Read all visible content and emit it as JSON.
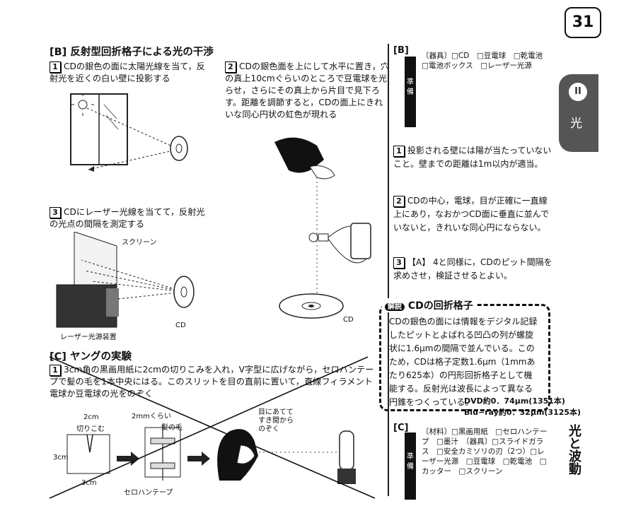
{
  "page": {
    "number": "31"
  },
  "sectionB": {
    "title": "[B] 反射型回折格子による光の干渉",
    "step1_num": "1",
    "step1_text": "CDの銀色の面に太陽光線を当て，反射光を近くの白い壁に投影する",
    "step2_num": "2",
    "step2_text": "CDの銀色面を上にして水平に置き，穴の真上10cmぐらいのところで豆電球を光らせ，さらにその真上から片目で見下ろす。距離を調節すると，CDの面上にきれいな同心円状の虹色が現れる",
    "step3_num": "3",
    "step3_text": "CDにレーザー光線を当てて，反射光の光点の間隔を測定する",
    "label_screen": "スクリーン",
    "label_laser": "レーザー光源装置",
    "label_cd1": "CD",
    "label_cd2": "CD"
  },
  "sectionC": {
    "title": "[C] ヤングの実験",
    "step1_num": "1",
    "step1_text": "3cm角の黒画用紙に2cmの切りこみを入れ，V字型に広げながら，セロハンテープで髪の毛を1本中央にはる。このスリットを目の直前に置いて，直線フィラメント電球か豆電球の光をのぞく",
    "label_2cm": "2cm",
    "label_cut": "切りこむ",
    "label_3cm_a": "3cm",
    "label_3cm_b": "3cm",
    "label_2mm": "2mmくらい",
    "label_hair": "髪の毛",
    "label_tape": "セロハンテープ",
    "label_eye": "目にあてて すき間から のぞく"
  },
  "right": {
    "b_label": "[B]",
    "b_prep_tag": "準備",
    "b_prep_text": "〔器具〕□CD　□豆電球　□乾電池　□電池ボックス　□レーザー光源",
    "n1": "1",
    "note1": "投影される壁には陽が当たっていないこと。壁までの距離は1m以内が適当。",
    "n2": "2",
    "note2": "CDの中心，電球，目が正確に一直線上にあり，なおかつCD面に垂直に並んでいないと，きれいな同心円にならない。",
    "n3": "3",
    "note3": "【A】 4と同様に，CDのピット間隔を求めさせ，検証させるとよい。",
    "explain_badge": "解説",
    "explain_title": "CDの回折格子",
    "explain_text": "CDの銀色の面には情報をデジタル記録したピットとよばれる凹凸の列が螺旋状に1.6μmの間隔で並んでいる。このため，CDは格子定数1.6μm（1mmあたり625本）の円形回折格子として機能する。反射光は波長によって異なる円錐をつくっている。",
    "dvd_note": "DVD約0．74μm(1351本)",
    "bluray_note": "Blu−ray約0．32μm(3125本)",
    "c_label": "[C]",
    "c_prep_tag": "準備",
    "c_prep_text": "〔材料〕□黒画用紙　□セロハンテープ　□墨汁　〔器具〕□スライドガラス　□安全カミソリの刃（2つ）□レーザー光源　□豆電球　□乾電池　□カッター　□スクリーン",
    "side_tab": "II",
    "side_char": "光",
    "vertical_title": "光と波動"
  }
}
